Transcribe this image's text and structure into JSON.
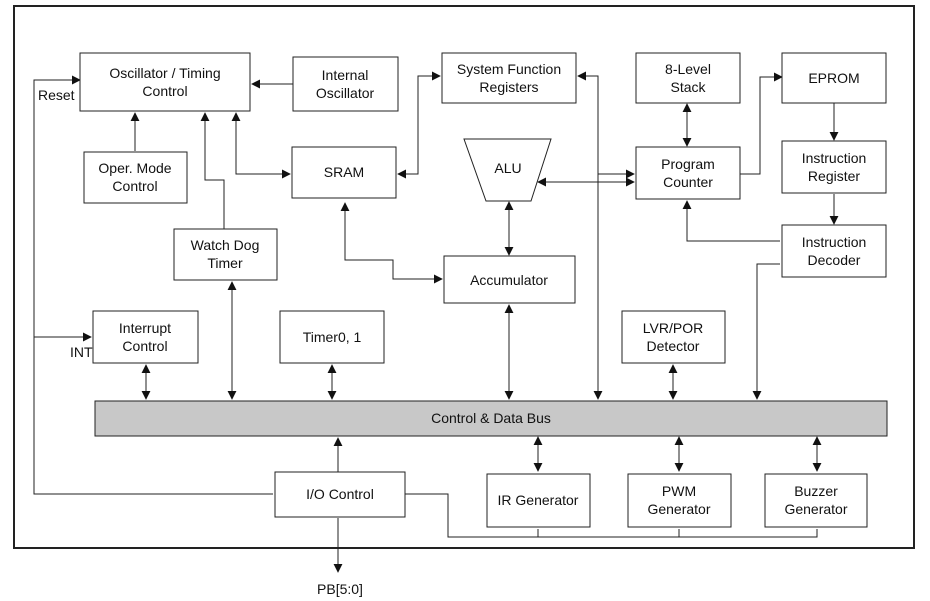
{
  "blocks": {
    "osc_timing": [
      "Oscillator / Timing",
      "Control"
    ],
    "internal_osc": [
      "Internal",
      "Oscillator"
    ],
    "sys_func_regs": [
      "System Function",
      "Registers"
    ],
    "stack": [
      "8-Level",
      "Stack"
    ],
    "eprom": [
      "EPROM"
    ],
    "oper_mode": [
      "Oper. Mode",
      "Control"
    ],
    "sram": [
      "SRAM"
    ],
    "alu": [
      "ALU"
    ],
    "program_counter": [
      "Program",
      "Counter"
    ],
    "instr_register": [
      "Instruction",
      "Register"
    ],
    "watchdog": [
      "Watch Dog",
      "Timer"
    ],
    "accumulator": [
      "Accumulator"
    ],
    "instr_decoder": [
      "Instruction",
      "Decoder"
    ],
    "interrupt": [
      "Interrupt",
      "Control"
    ],
    "timer01": [
      "Timer0, 1"
    ],
    "lvr_por": [
      "LVR/POR",
      "Detector"
    ],
    "io_control": [
      "I/O Control"
    ],
    "ir_gen": [
      "IR Generator"
    ],
    "pwm_gen": [
      "PWM",
      "Generator"
    ],
    "buzzer_gen": [
      "Buzzer",
      "Generator"
    ]
  },
  "bus_label": "Control & Data Bus",
  "pins": {
    "reset": "Reset",
    "int": "INT",
    "pb": "PB[5:0]"
  }
}
